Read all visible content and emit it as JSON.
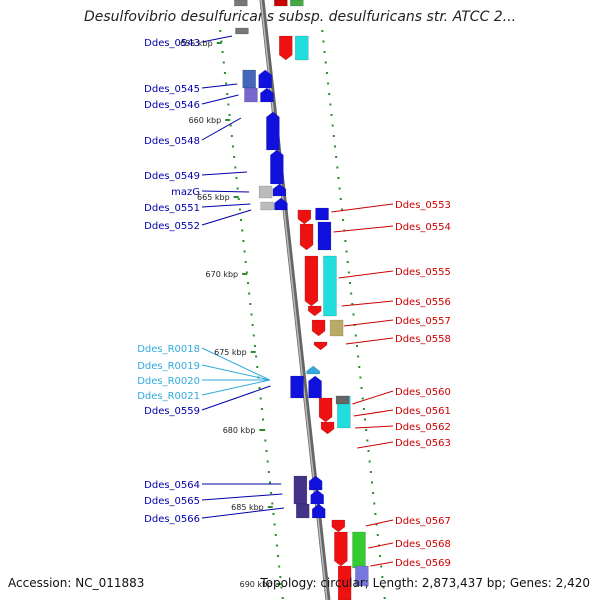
{
  "title": "Desulfovibrio desulfuricans subsp. desulfuricans str. ATCC 2...",
  "footer": {
    "accession": "Accession: NC_011883",
    "summary": "Topology: circular; Length: 2,873,437 bp; Genes: 2,420"
  },
  "colors": {
    "forward_label": "#cc0000",
    "reverse_label": "#0000aa",
    "rna_label": "#33aadd",
    "tick": "#2e8b2e",
    "backbone": "#888888"
  },
  "kbp_marks": [
    "655 kbp",
    "660 kbp",
    "665 kbp",
    "670 kbp",
    "675 kbp",
    "680 kbp",
    "685 kbp",
    "690 kbp"
  ],
  "left_labels": [
    {
      "text": "Ddes_0543",
      "kind": "reverse"
    },
    {
      "text": "Ddes_0545",
      "kind": "reverse"
    },
    {
      "text": "Ddes_0546",
      "kind": "reverse"
    },
    {
      "text": "Ddes_0548",
      "kind": "reverse"
    },
    {
      "text": "Ddes_0549",
      "kind": "reverse"
    },
    {
      "text": "mazG",
      "kind": "reverse"
    },
    {
      "text": "Ddes_0551",
      "kind": "reverse"
    },
    {
      "text": "Ddes_0552",
      "kind": "reverse"
    },
    {
      "text": "Ddes_R0018",
      "kind": "rna"
    },
    {
      "text": "Ddes_R0019",
      "kind": "rna"
    },
    {
      "text": "Ddes_R0020",
      "kind": "rna"
    },
    {
      "text": "Ddes_R0021",
      "kind": "rna"
    },
    {
      "text": "Ddes_0559",
      "kind": "reverse"
    },
    {
      "text": "Ddes_0564",
      "kind": "reverse"
    },
    {
      "text": "Ddes_0565",
      "kind": "reverse"
    },
    {
      "text": "Ddes_0566",
      "kind": "reverse"
    }
  ],
  "right_labels": [
    {
      "text": "Ddes_0553"
    },
    {
      "text": "Ddes_0554"
    },
    {
      "text": "Ddes_0555"
    },
    {
      "text": "Ddes_0556"
    },
    {
      "text": "Ddes_0557"
    },
    {
      "text": "Ddes_0558"
    },
    {
      "text": "Ddes_0560"
    },
    {
      "text": "Ddes_0561"
    },
    {
      "text": "Ddes_0562"
    },
    {
      "text": "Ddes_0563"
    },
    {
      "text": "Ddes_0567"
    },
    {
      "text": "Ddes_0568"
    },
    {
      "text": "Ddes_0569"
    }
  ]
}
